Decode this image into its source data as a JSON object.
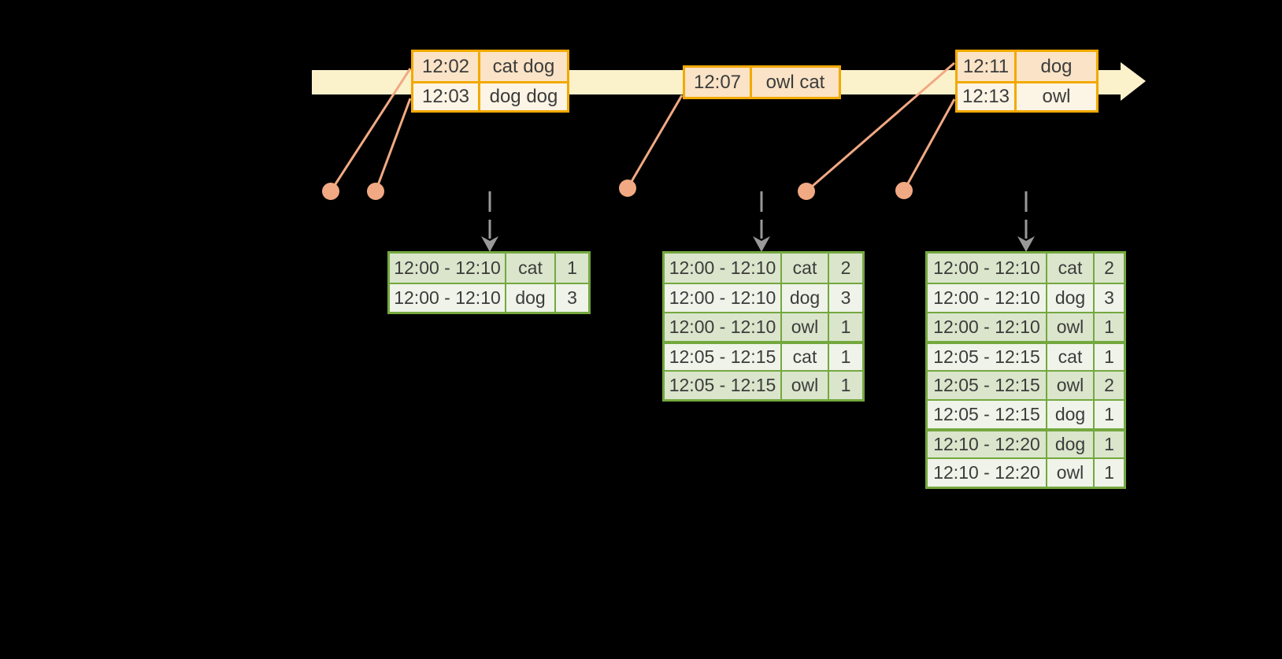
{
  "colors": {
    "background": "#000000",
    "timeline_band": "#FBF2CB",
    "orange_border": "#F2A900",
    "orange_row_dark": "#FAE3C6",
    "orange_row_light": "#FCF4E4",
    "event_marker": "#F1A983",
    "result_border": "#74A83F",
    "result_row_dark": "#DAE5CB",
    "result_row_light": "#EFF3E9",
    "trigger_arrow": "#999999",
    "text": "#3C3C3C"
  },
  "icons": {
    "timeline_arrowhead": "right-arrow",
    "event_marker": "filled-dot",
    "trigger_arrow": "dashed-down-arrow"
  },
  "timeline": {
    "input_tables": [
      {
        "id": "input-table-1",
        "rows": [
          {
            "time": "12:02",
            "words": "cat dog"
          },
          {
            "time": "12:03",
            "words": "dog dog"
          }
        ]
      },
      {
        "id": "input-table-2",
        "rows": [
          {
            "time": "12:07",
            "words": "owl cat"
          }
        ]
      },
      {
        "id": "input-table-3",
        "rows": [
          {
            "time": "12:11",
            "words": "dog"
          },
          {
            "time": "12:13",
            "words": "owl"
          }
        ]
      }
    ]
  },
  "result_tables": [
    {
      "id": "result-table-1",
      "rows": [
        {
          "window": "12:00 - 12:10",
          "word": "cat",
          "count": "1"
        },
        {
          "window": "12:00 - 12:10",
          "word": "dog",
          "count": "3"
        }
      ]
    },
    {
      "id": "result-table-2",
      "rows": [
        {
          "window": "12:00 - 12:10",
          "word": "cat",
          "count": "2"
        },
        {
          "window": "12:00 - 12:10",
          "word": "dog",
          "count": "3"
        },
        {
          "window": "12:00 - 12:10",
          "word": "owl",
          "count": "1"
        },
        {
          "window": "12:05 - 12:15",
          "word": "cat",
          "count": "1"
        },
        {
          "window": "12:05 - 12:15",
          "word": "owl",
          "count": "1"
        }
      ]
    },
    {
      "id": "result-table-3",
      "rows": [
        {
          "window": "12:00 - 12:10",
          "word": "cat",
          "count": "2"
        },
        {
          "window": "12:00 - 12:10",
          "word": "dog",
          "count": "3"
        },
        {
          "window": "12:00 - 12:10",
          "word": "owl",
          "count": "1"
        },
        {
          "window": "12:05 - 12:15",
          "word": "cat",
          "count": "1"
        },
        {
          "window": "12:05 - 12:15",
          "word": "owl",
          "count": "2"
        },
        {
          "window": "12:05 - 12:15",
          "word": "dog",
          "count": "1"
        },
        {
          "window": "12:10 - 12:20",
          "word": "dog",
          "count": "1"
        },
        {
          "window": "12:10 - 12:20",
          "word": "owl",
          "count": "1"
        }
      ]
    }
  ]
}
